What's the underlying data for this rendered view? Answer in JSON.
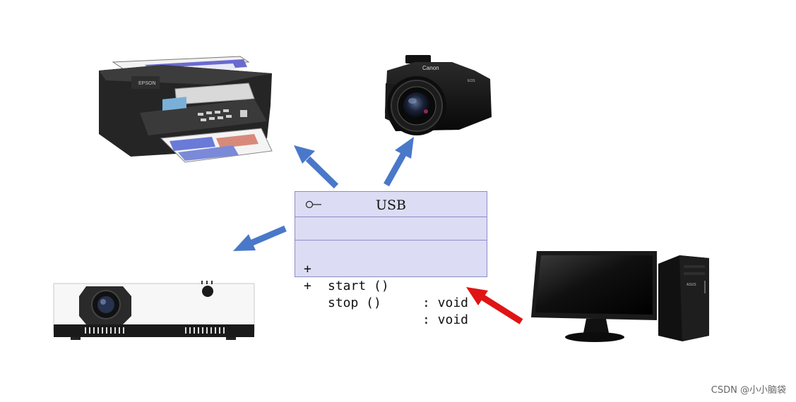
{
  "diagram": {
    "interface": {
      "name": "USB",
      "operations": [
        {
          "visibility": "+",
          "name": "start ()",
          "type": ": void"
        },
        {
          "visibility": "+",
          "name": "stop ()",
          "type": ": void"
        }
      ]
    },
    "devices": [
      {
        "name": "printer",
        "brand_label": "EPSON"
      },
      {
        "name": "camera",
        "brand_label": "Canon"
      },
      {
        "name": "projector"
      },
      {
        "name": "desktop-computer",
        "brand_label": "ASUS"
      }
    ],
    "colors": {
      "outgoing_arrow": "#4a78c9",
      "incoming_arrow": "#e01414",
      "class_fill": "#dcdcf4",
      "class_border": "#8c8cc8"
    }
  },
  "watermark": "CSDN @小小脑袋"
}
